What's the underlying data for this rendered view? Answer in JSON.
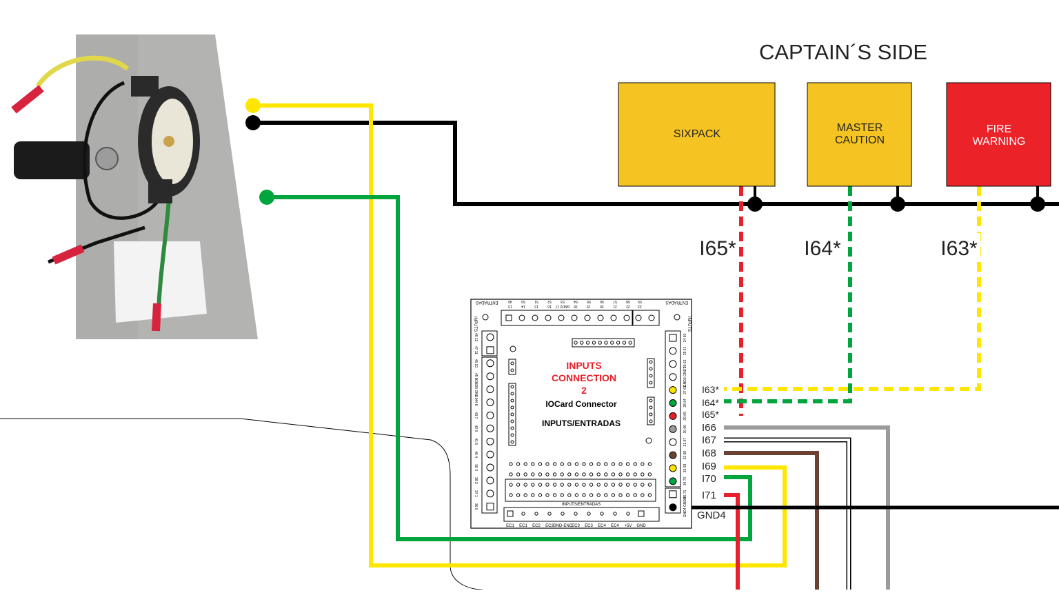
{
  "header": {
    "title": "CAPTAIN´S SIDE"
  },
  "panels": [
    {
      "id": "sixpack",
      "lines": [
        "SIXPACK"
      ]
    },
    {
      "id": "master-caution",
      "lines": [
        "MASTER",
        "CAUTION"
      ]
    },
    {
      "id": "fire-warning",
      "lines": [
        "FIRE",
        "WARNING"
      ]
    }
  ],
  "wire_labels": [
    "I65*",
    "I64*",
    "I63*"
  ],
  "board": {
    "title_lines": [
      "INPUTS",
      "CONNECTION",
      "2"
    ],
    "subtitle": "IOCard Connector",
    "caption": "INPUTS/ENTRADAS",
    "corner_left": [
      "ENTRADAS",
      "INPUTS"
    ],
    "corner_right": [
      "ENTRADAS",
      "INPUTS"
    ],
    "top_pins": [
      "49",
      "50",
      "51",
      "52",
      "53",
      "54",
      "55",
      "56",
      "57",
      "58",
      "59"
    ],
    "top_pins_2": [
      "13",
      "14",
      "15",
      "16",
      "GND2 17",
      "18",
      "19",
      "20",
      "21",
      "22",
      "23"
    ],
    "top_pins_3": [
      "",
      "",
      "",
      "",
      "GND6",
      "",
      "",
      "",
      "",
      "",
      ""
    ],
    "left_pins": [
      "48 12",
      "47 11",
      "46 10",
      "45 9",
      "GND5 GND1",
      "44 8",
      "43 7",
      "42 6",
      "41 5",
      "40 4",
      "39 3",
      "38 2",
      "37 1",
      "36 0"
    ],
    "right_pins": [
      "24 60",
      "25 61",
      "26 62",
      "GND3 GND7",
      "27 63",
      "28 64",
      "29 65",
      "30 66",
      "31 67",
      "32 68",
      "33 69",
      "34 70",
      "35 71",
      "GND4 GND8"
    ],
    "bottom_label": "INPUTS/ENTRADAS",
    "bottom_pins": [
      "EC1",
      "EC1",
      "EC2",
      "EC2",
      "GND-ENC",
      "EC3",
      "EC3",
      "EC4",
      "EC4",
      "+5V",
      "GND"
    ]
  },
  "inputs": [
    {
      "label": "I63*",
      "color": "#ffe600"
    },
    {
      "label": "I64*",
      "color": "#00a63d"
    },
    {
      "label": "I65*",
      "color": "#e8202a"
    },
    {
      "label": "I66",
      "color": "#9b9b9b"
    },
    {
      "label": "I67",
      "color": "#ffffff"
    },
    {
      "label": "I68",
      "color": "#6b4232"
    },
    {
      "label": "I69",
      "color": "#ffe600"
    },
    {
      "label": "I70",
      "color": "#00a63d"
    },
    {
      "label": "I71",
      "color": "#e8202a"
    },
    {
      "label": "GND4",
      "color": "#000000"
    }
  ],
  "colors": {
    "panel_yellow": "#f5c422",
    "panel_red": "#ec2229",
    "wire_yellow": "#ffe600",
    "wire_green": "#00a63d",
    "wire_red": "#e8202a",
    "wire_black": "#000000",
    "wire_gray": "#9b9b9b",
    "wire_brown": "#6b4232",
    "board_title": "#e8202a"
  }
}
